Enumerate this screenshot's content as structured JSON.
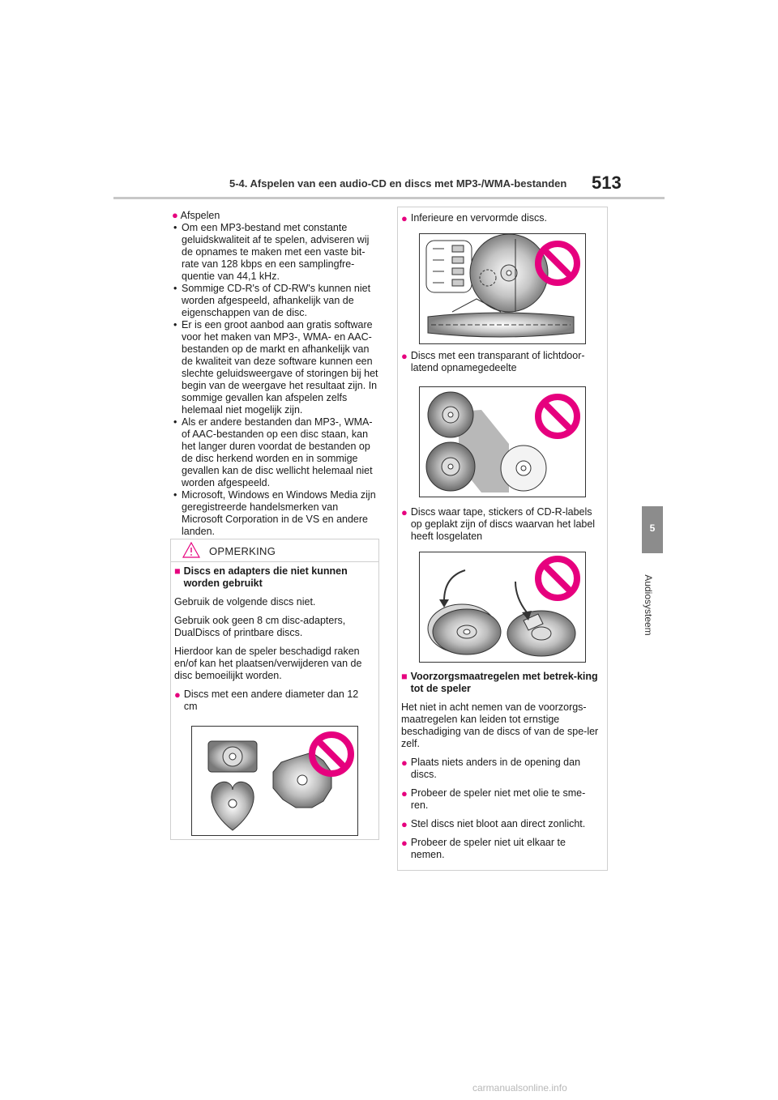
{
  "header": {
    "section_title": "5-4. Afspelen van een audio-CD en discs met MP3-/WMA-bestanden",
    "page_number": "513"
  },
  "side_tab": {
    "number": "5",
    "label": "Audiosysteem"
  },
  "left_column": {
    "heading": "Afspelen",
    "items": [
      "Om een MP3-bestand met constante geluidskwaliteit af te spelen, adviseren wij de opnames te maken met een vaste bit-rate van 128 kbps en een samplingfre-quentie van 44,1 kHz.",
      "Sommige CD-R's of CD-RW's kunnen niet worden afgespeeld, afhankelijk van de eigenschappen van de disc.",
      "Er is een groot aanbod aan gratis software voor het maken van MP3-, WMA- en AAC-bestanden op de markt en afhankelijk van de kwaliteit van deze software kunnen een slechte geluidsweergave of storingen bij het begin van de weergave het resultaat zijn. In sommige gevallen kan afspelen zelfs helemaal niet mogelijk zijn.",
      "Als er andere bestanden dan MP3-, WMA- of AAC-bestanden op een disc staan, kan het langer duren voordat de bestanden op de disc herkend worden en in sommige gevallen kan de disc wellicht helemaal niet worden afgespeeld.",
      "Microsoft, Windows en Windows Media zijn geregistreerde handelsmerken van Microsoft Corporation in de VS en andere landen."
    ]
  },
  "note": {
    "title": "OPMERKING",
    "section_heading": "Discs en adapters die niet kunnen worden gebruikt",
    "p1": "Gebruik de volgende discs niet.",
    "p2": "Gebruik ook geen 8 cm disc-adapters, DualDiscs of printbare discs.",
    "p3": "Hierdoor kan de speler beschadigd raken en/of kan het plaatsen/verwijderen van de disc bemoeilijkt worden.",
    "bullet_diameter": "Discs met een andere diameter dan 12 cm"
  },
  "right_column": {
    "bullet_inferior": "Inferieure en vervormde discs.",
    "bullet_transparent": "Discs met een transparant of lichtdoor-latend opnamegedeelte",
    "bullet_stickers": "Discs waar tape, stickers of CD-R-labels op geplakt zijn of discs waarvan het label heeft losgelaten",
    "section_heading": "Voorzorgsmaatregelen met betrek-king tot de speler",
    "intro": "Het niet in acht nemen van de voorzorgs-maatregelen kan leiden tot ernstige beschadiging van de discs of van de spe-ler zelf.",
    "bullets": [
      "Plaats niets anders in de opening dan discs.",
      "Probeer de speler niet met olie te sme-ren.",
      "Stel discs niet bloot aan direct zonlicht.",
      "Probeer de speler niet uit elkaar te nemen."
    ]
  },
  "colors": {
    "accent": "#e6007e",
    "prohibit": "#e6007e",
    "rule": "#c8c8c8"
  },
  "icons": [
    "warning-triangle-icon",
    "prohibition-icon"
  ],
  "footer": {
    "watermark": "carmanualsonline.info"
  }
}
